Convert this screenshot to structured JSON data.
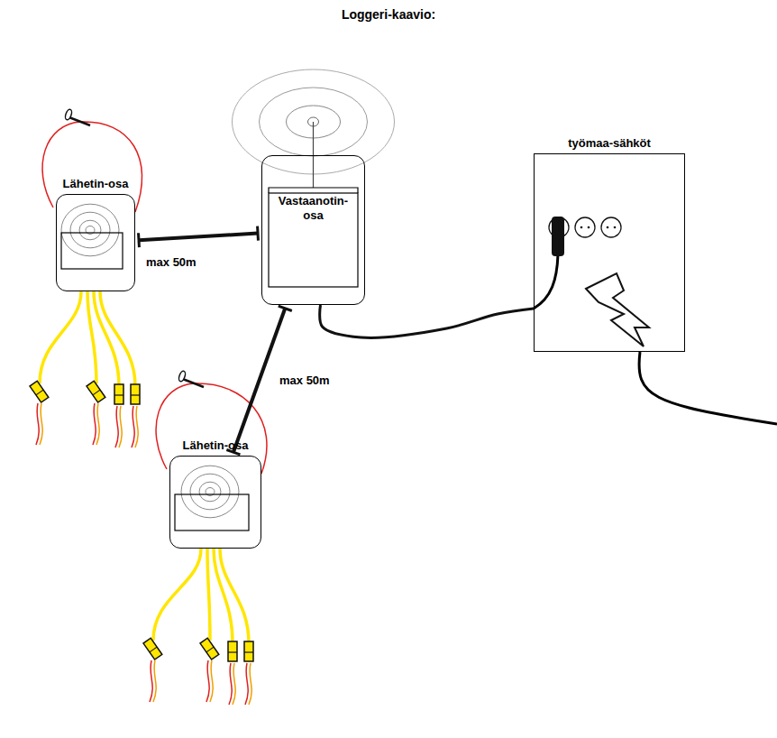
{
  "diagram": {
    "title": "Loggeri-kaavio:",
    "nodes": [
      {
        "text": [
          "Lähetin-osa"
        ]
      },
      {
        "text": [
          "Vastaanotin-osa"
        ]
      },
      {
        "text": [
          "työmaa-sähköt"
        ]
      },
      {
        "text": [
          "Lähetin-osa"
        ]
      }
    ],
    "edges": [
      {
        "from": 0,
        "to": 1,
        "arrow": "none",
        "label": "max 50m"
      },
      {
        "from": 3,
        "to": 1,
        "arrow": "none",
        "label": "max 50m"
      },
      {
        "from": 1,
        "to": 2,
        "arrow": "none"
      }
    ]
  }
}
